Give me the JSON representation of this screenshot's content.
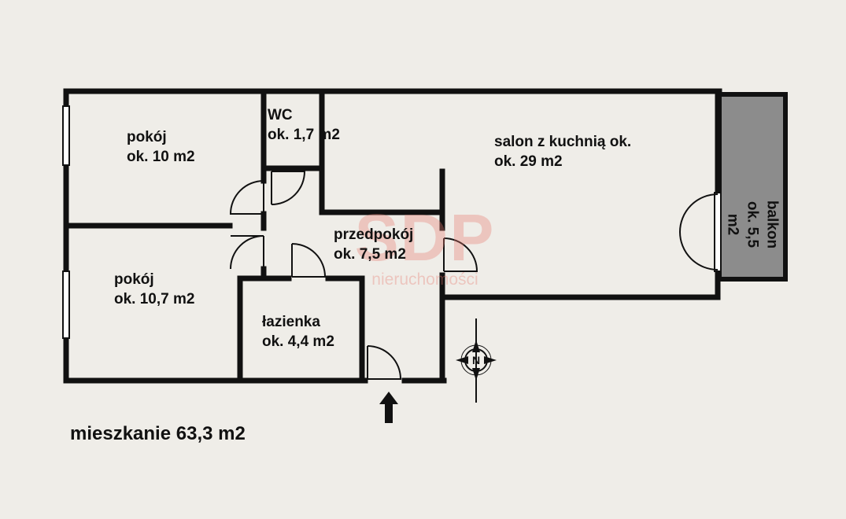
{
  "colors": {
    "background": "#efede8",
    "wall": "#111111",
    "balcony_fill": "#8c8c8c",
    "watermark": "#e87d72"
  },
  "rooms": {
    "pokoj_1": {
      "name": "pokój",
      "area": "ok. 10 m2"
    },
    "wc": {
      "name": "WC",
      "area": "ok. 1,7 m2"
    },
    "salon": {
      "name": "salon z kuchnią ok.",
      "area": "ok. 29 m2"
    },
    "balkon": {
      "name": "balkon",
      "area": "ok. 5,5 m2"
    },
    "przedpokoj": {
      "name": "przedpokój",
      "area": "ok. 7,5 m2"
    },
    "pokoj_2": {
      "name": "pokój",
      "area": "ok. 10,7 m2"
    },
    "lazienka": {
      "name": "łazienka",
      "area": "ok. 4,4 m2"
    }
  },
  "total": "mieszkanie 63,3 m2",
  "watermark": {
    "logo": "SDP",
    "subtitle": "nieruchomości"
  },
  "compass": {
    "north_letter": "N"
  },
  "icons": {
    "compass": "compass-icon",
    "entrance": "entrance-arrow-icon"
  }
}
